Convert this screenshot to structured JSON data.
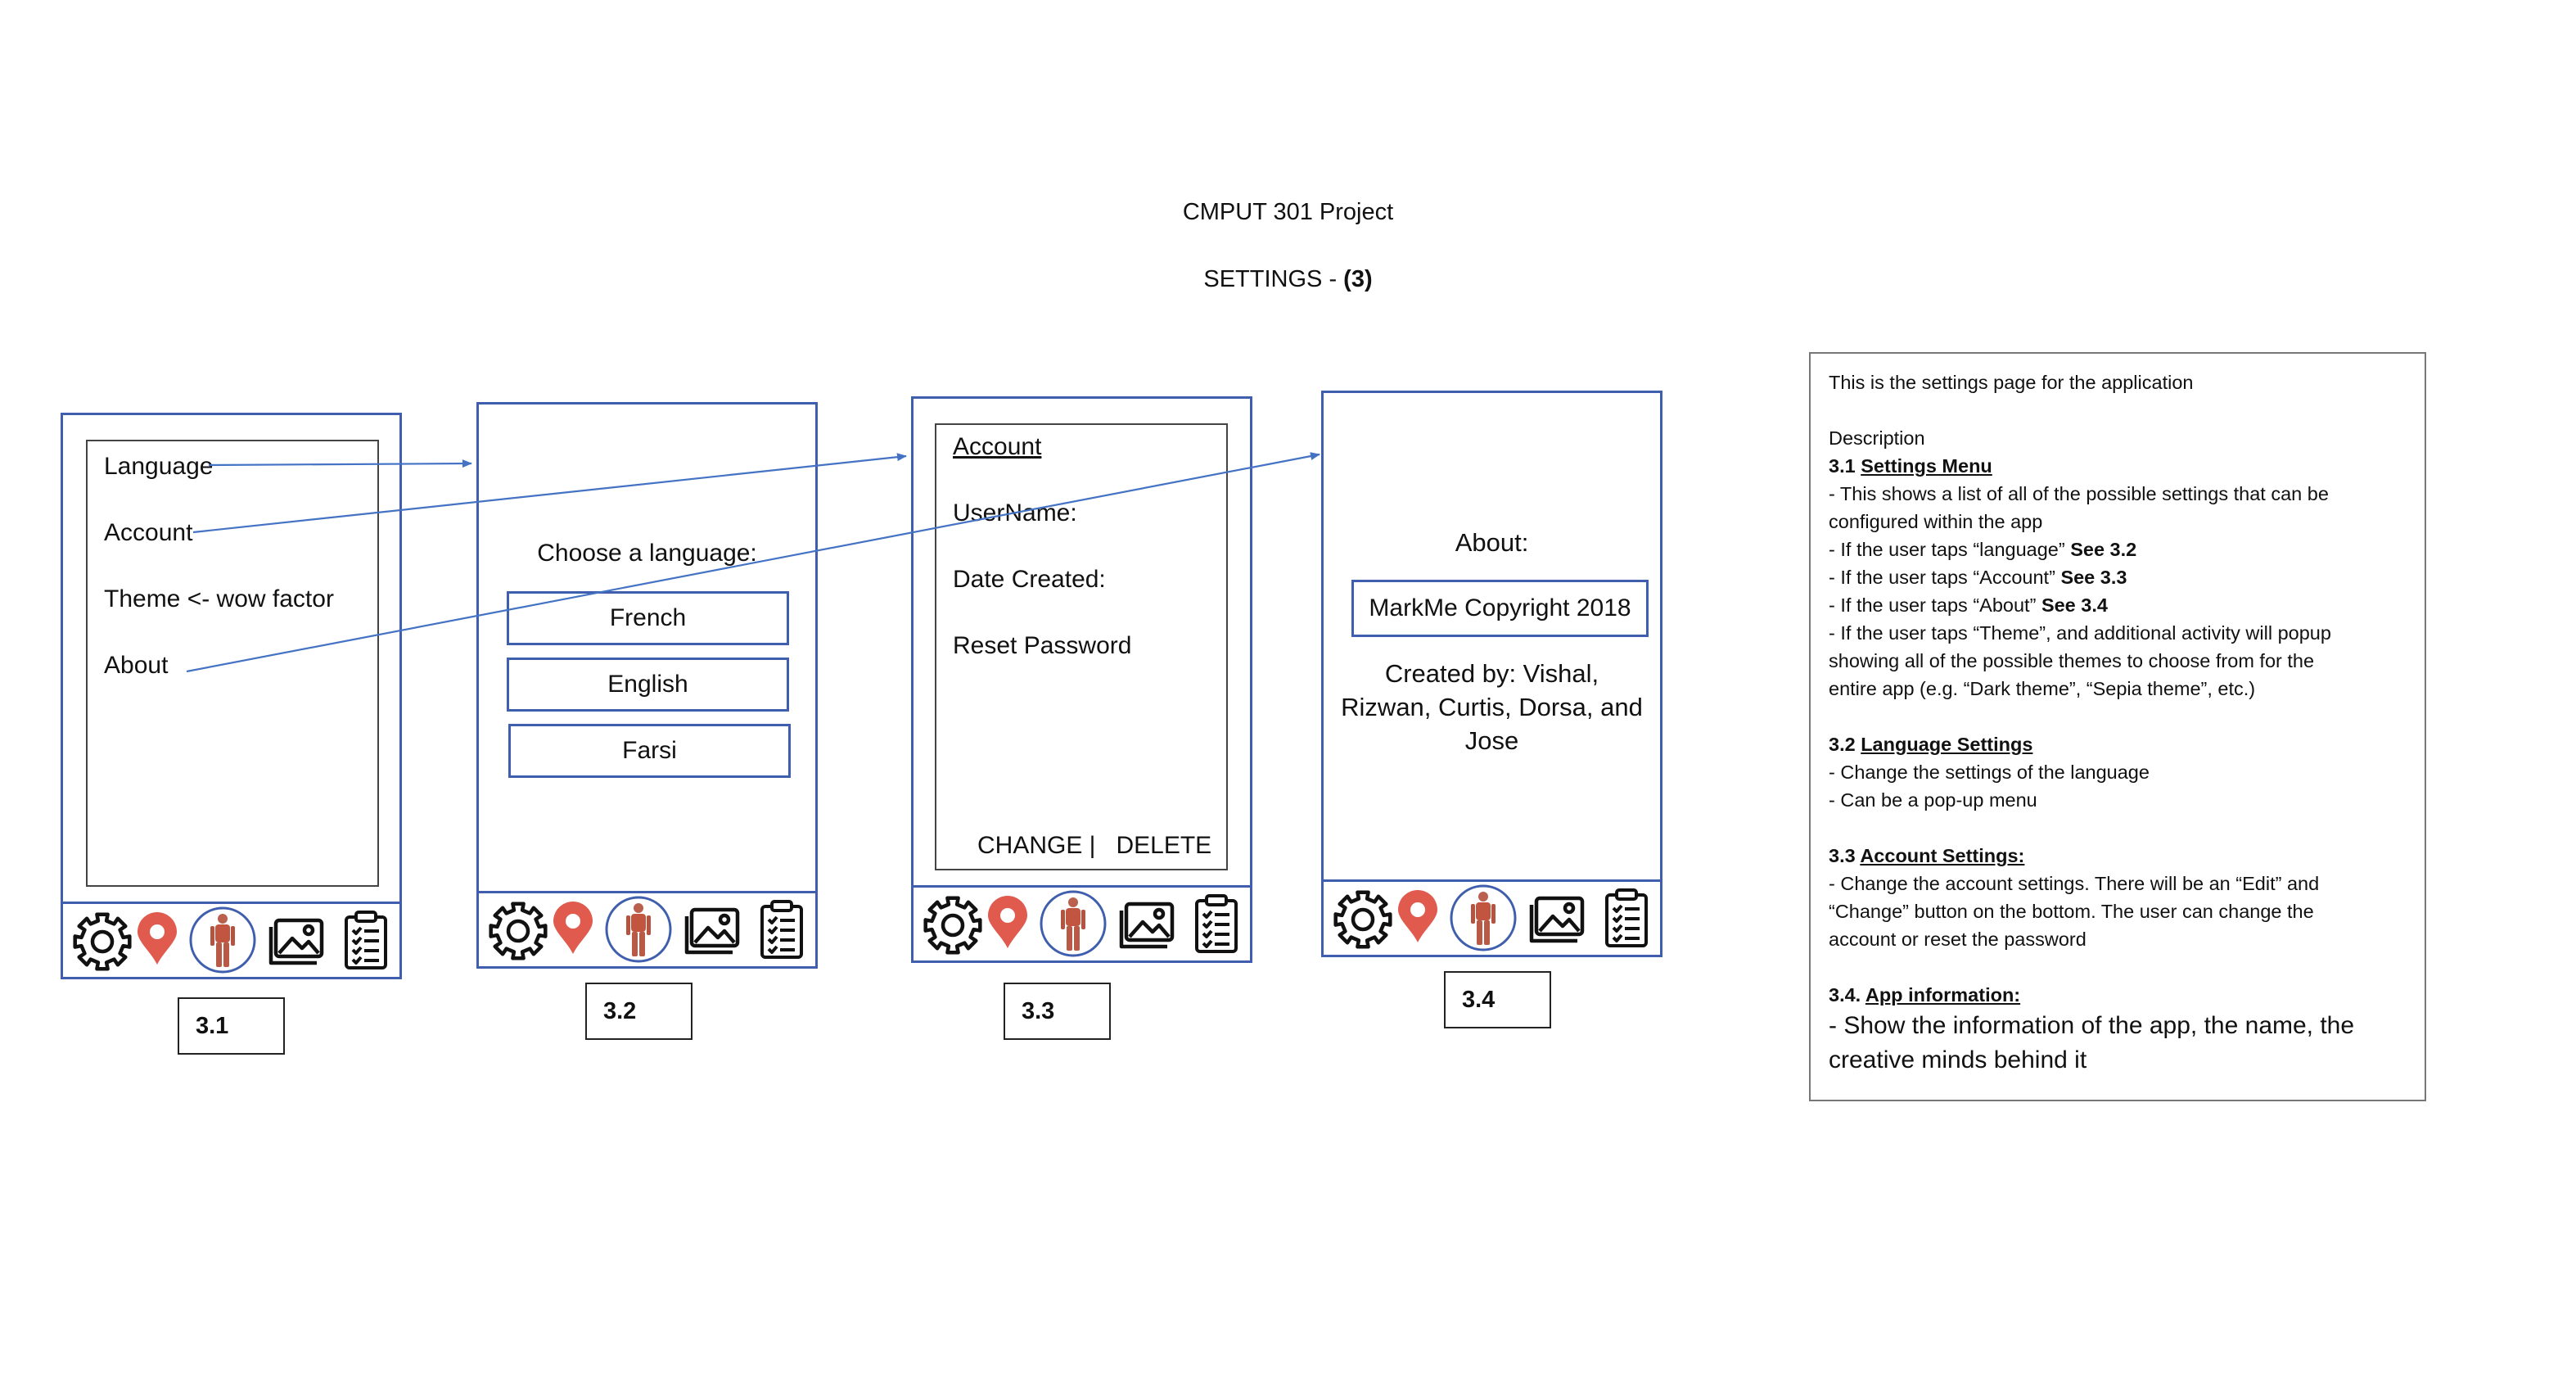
{
  "header": {
    "title": "CMPUT 301 Project",
    "subtitle_prefix": "SETTINGS - ",
    "subtitle_bold": "(3)"
  },
  "screen_3_1": {
    "label": "3.1",
    "items": [
      "Language",
      "Account",
      "Theme <- wow factor",
      "About"
    ]
  },
  "screen_3_2": {
    "label": "3.2",
    "prompt": "Choose a language:",
    "options": [
      "French",
      "English",
      "Farsi"
    ]
  },
  "screen_3_3": {
    "label": "3.3",
    "heading": "Account",
    "fields": [
      "UserName:",
      "Date Created:",
      "Reset Password"
    ],
    "actions": "CHANGE |   DELETE"
  },
  "screen_3_4": {
    "label": "3.4",
    "heading": "About:",
    "copyright": "MarkMe Copyright 2018",
    "credits_1": "Created by: Vishal,",
    "credits_2": "Rizwan, Curtis, Dorsa, and",
    "credits_3": "Jose"
  },
  "tabbar_icons": [
    "gear-icon",
    "location-pin-icon",
    "anatomy-body-icon",
    "gallery-icon",
    "clipboard-checklist-icon"
  ],
  "colors": {
    "frame": "#3f5fae",
    "pin": "#e05a4e",
    "arrow": "#4472c4"
  },
  "description": {
    "intro": "This is the settings page for the application",
    "heading": "Description",
    "s31_num": "3.1 ",
    "s31_title": "Settings Menu",
    "s31_lines": [
      "- This shows a list of all of the possible settings that can be",
      "configured within the app"
    ],
    "s31_lang": "- If the user taps “language” ",
    "s31_lang_ref": "See 3.2",
    "s31_acct": "- If the user taps “Account” ",
    "s31_acct_ref": "See 3.3",
    "s31_about": "- If the user taps “About” ",
    "s31_about_ref": "See 3.4",
    "s31_theme": [
      "- If the user taps “Theme”, and additional activity will popup",
      "showing all of the possible themes to choose from for the",
      "entire app (e.g. “Dark theme”, “Sepia theme”, etc.)"
    ],
    "s32_num": "3.2 ",
    "s32_title": "Language Settings",
    "s32_lines": [
      "- Change the settings of the language",
      "- Can be a pop-up menu"
    ],
    "s33_num": "3.3 ",
    "s33_title": "Account Settings:",
    "s33_lines": [
      "- Change the account settings. There will be an “Edit” and",
      "“Change” button on the bottom. The user can change the",
      "account or reset the password"
    ],
    "s34_num": "3.4. ",
    "s34_title": "App information:",
    "s34_lines": [
      "- Show the information of the app, the name, the",
      "creative minds behind it"
    ]
  }
}
